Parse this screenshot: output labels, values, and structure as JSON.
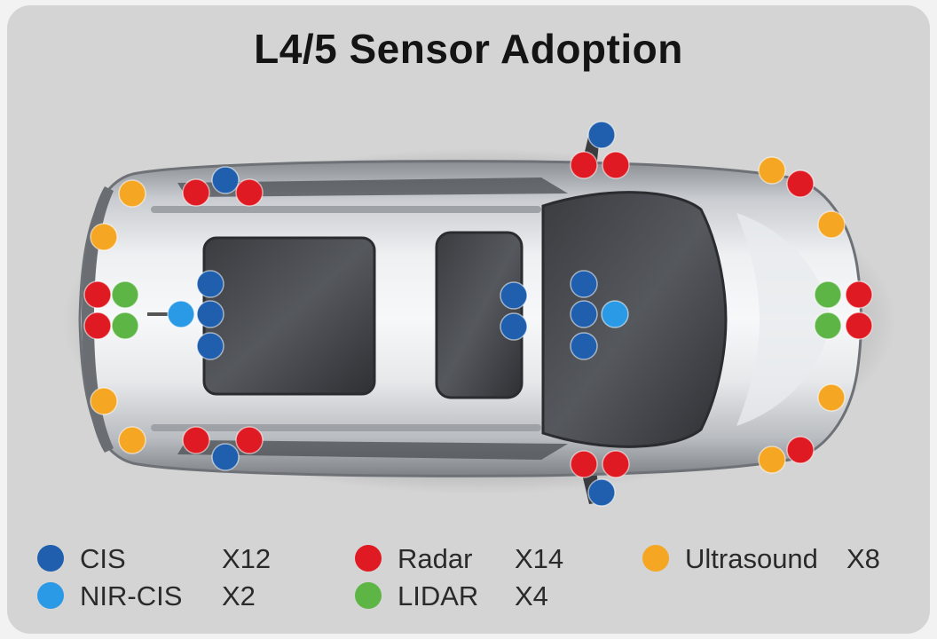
{
  "title": "L4/5 Sensor Adoption",
  "colors": {
    "cis": "#1f5fae",
    "nir_cis": "#2b9ae6",
    "radar": "#e01a22",
    "ultrasound": "#f5a623",
    "lidar": "#5cb545"
  },
  "legend": [
    {
      "key": "cis",
      "label": "CIS",
      "count": "X12"
    },
    {
      "key": "nir_cis",
      "label": "NIR-CIS",
      "count": "X2"
    },
    {
      "key": "radar",
      "label": "Radar",
      "count": "X14"
    },
    {
      "key": "lidar",
      "label": "LIDAR",
      "count": "X4"
    },
    {
      "key": "ultrasound",
      "label": "Ultrasound",
      "count": "X8"
    }
  ]
}
